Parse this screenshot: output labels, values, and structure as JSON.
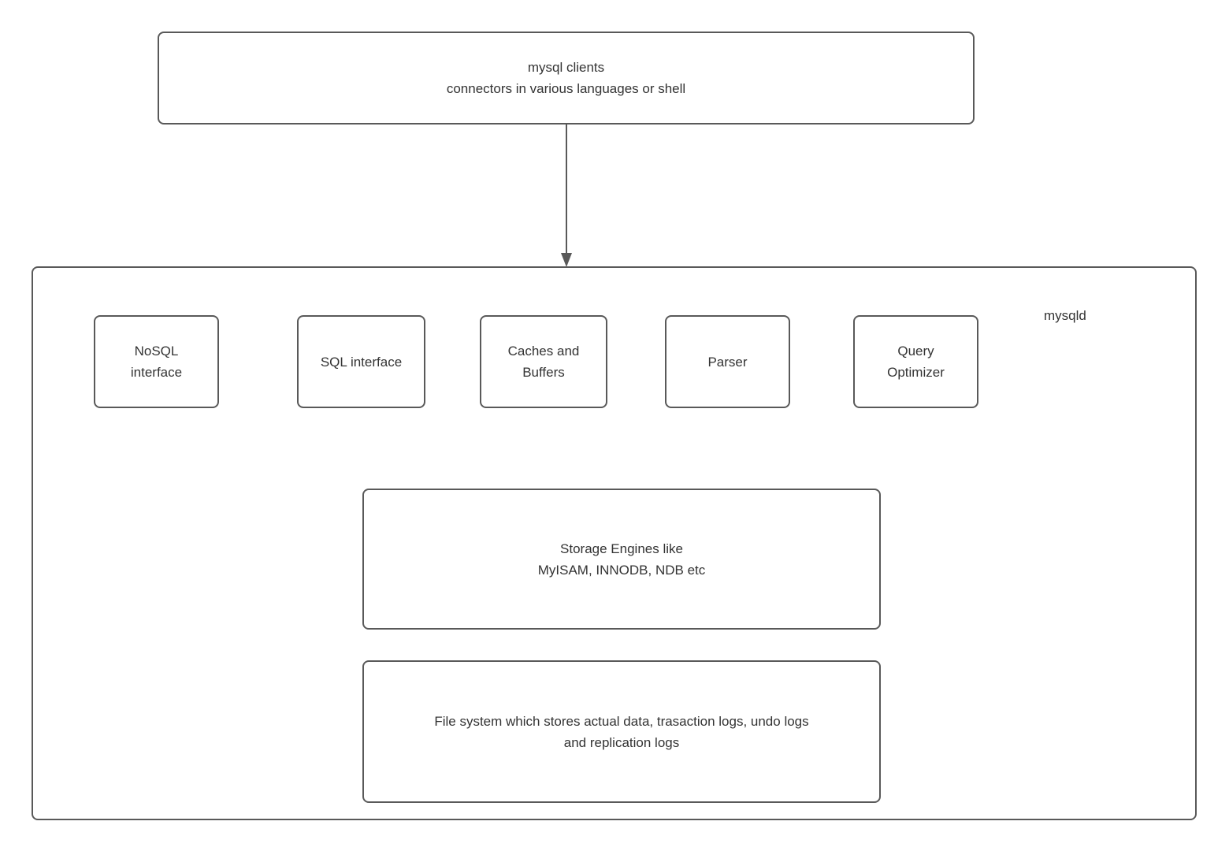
{
  "diagram": {
    "clients_box_label": "mysql clients\nconnectors in various languages or shell",
    "mysqld_label": "mysqld",
    "components": [
      {
        "id": "nosql-interface",
        "label": "NoSQL\ninterface"
      },
      {
        "id": "sql-interface",
        "label": "SQL interface"
      },
      {
        "id": "caches-and-buffers",
        "label": "Caches and\nBuffers"
      },
      {
        "id": "parser",
        "label": "Parser"
      },
      {
        "id": "query-optimizer",
        "label": "Query\nOptimizer"
      }
    ],
    "storage_box_label": "Storage Engines like\nMyISAM, INNODB, NDB etc",
    "filesystem_box_label": "File system which stores actual data, trasaction logs, undo logs\nand replication logs",
    "colors": {
      "border": "#595959",
      "text": "#333333",
      "arrow": "#595959",
      "background": "#ffffff"
    }
  }
}
